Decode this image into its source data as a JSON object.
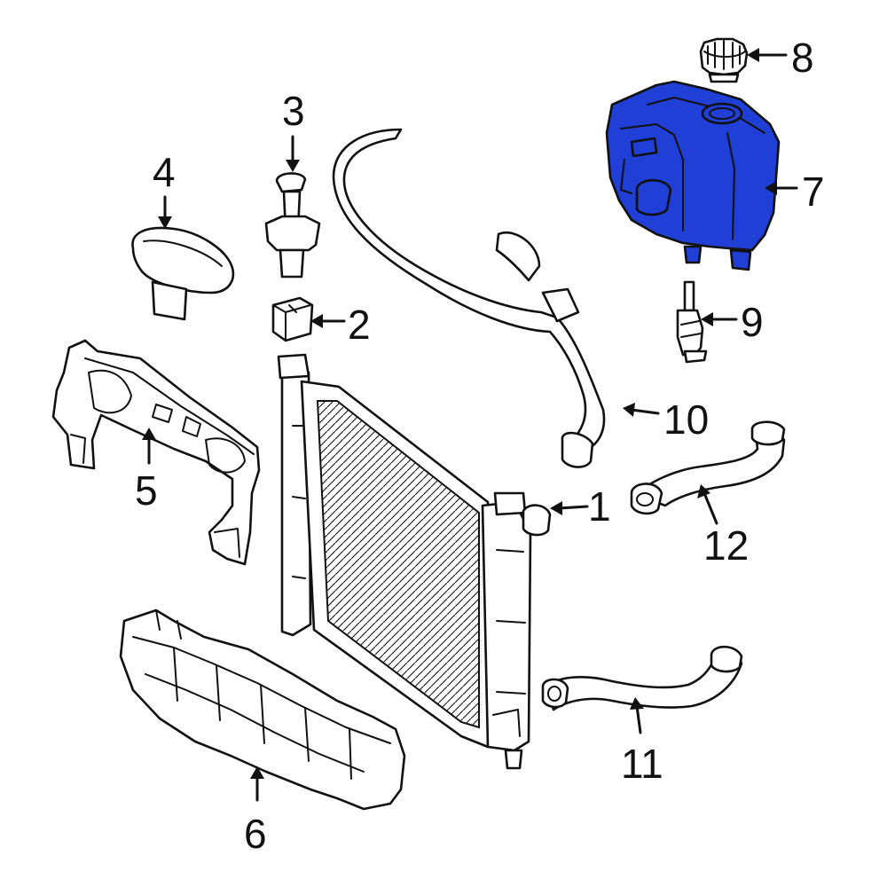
{
  "highlight_color": "#1f3fd6",
  "callouts": {
    "c1": "1",
    "c2": "2",
    "c3": "3",
    "c4": "4",
    "c5": "5",
    "c6": "6",
    "c7": "7",
    "c8": "8",
    "c9": "9",
    "c10": "10",
    "c11": "11",
    "c12": "12"
  }
}
